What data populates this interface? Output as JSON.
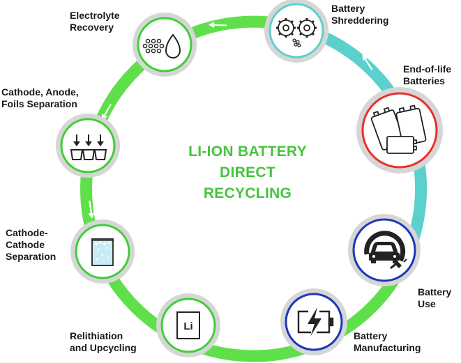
{
  "title_lines": [
    "LI-ION BATTERY",
    "DIRECT",
    "RECYCLING"
  ],
  "stages": {
    "shredding": {
      "label": "Battery\nShreddering",
      "icon": "gears-icon"
    },
    "end_of_life": {
      "label": "End-of-life\nBatteries",
      "icon": "batteries-icon"
    },
    "use": {
      "label": "Battery\nUse",
      "icon": "electric-car-charging-icon"
    },
    "manufacturing": {
      "label": "Battery\nManufacturing",
      "icon": "battery-charging-icon"
    },
    "relithiation": {
      "label": "Relithiation\nand Upcycling",
      "icon": "lithium-element-icon",
      "icon_text": "Li"
    },
    "cathode_sep": {
      "label": "Cathode-\nCathode\nSeparation",
      "icon": "beaker-icon"
    },
    "foils_sep": {
      "label": "Cathode, Anode,\nFoils Separation",
      "icon": "sorting-bins-icon"
    },
    "electrolyte": {
      "label": "Electrolyte\nRecovery",
      "icon": "droplets-icon"
    }
  },
  "colors": {
    "green_ring": "#5fe04a",
    "teal_ring": "#5cd0cc",
    "title_green": "#47c33d",
    "end_of_life_border": "#e4322b",
    "use_border": "#1f36b8",
    "node_border": "#3fce33",
    "node_halo": "#d6d6d6"
  }
}
